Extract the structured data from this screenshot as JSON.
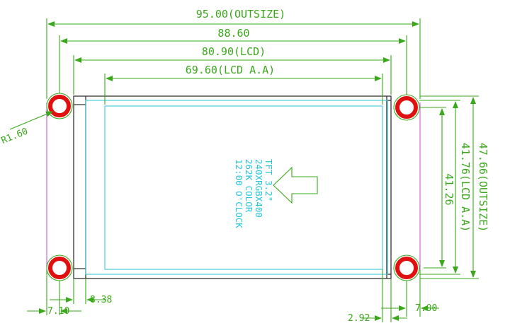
{
  "dimensions": {
    "outsize_width": "95.00(OUTSIZE)",
    "pcb_width": "88.60",
    "lcd_width": "80.90(LCD)",
    "active_width": "69.60(LCD A.A)",
    "outsize_height": "47.66(OUTSIZE)",
    "active_height": "41.76(LCD A.A)",
    "hole_pitch_height": "41.26",
    "hole_radius": "R1.60",
    "left_hole_offset": "7.10",
    "left_lcd_offset": "8.38",
    "right_offset": "2.92",
    "right_hole_offset": "7.00"
  },
  "lcd_label": {
    "line1": "TFT 3.2\"",
    "line2": "240XRGBX400",
    "line3": "262K COLOR",
    "line4": "12:00 O'CLOCK"
  },
  "colors": {
    "dimension": "#3aa81a",
    "outline": "#333333",
    "lcd": "#3cc8dc",
    "hole": "#e01010",
    "edge": "#d452d4"
  }
}
